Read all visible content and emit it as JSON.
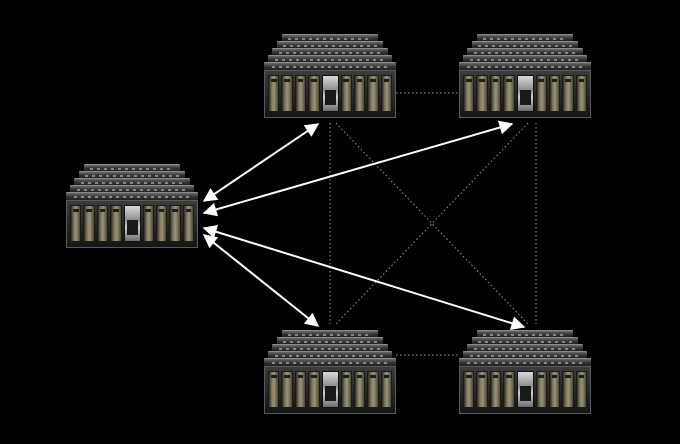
{
  "diagram": {
    "background": "#000000",
    "arrow_color": "#ffffff",
    "dotted_link_color": "#9a9a9a",
    "nodes": [
      {
        "id": "hub",
        "label": "",
        "role": "hub-server"
      },
      {
        "id": "top-left",
        "label": "",
        "role": "peer-server"
      },
      {
        "id": "top-right",
        "label": "",
        "role": "peer-server"
      },
      {
        "id": "bottom-left",
        "label": "",
        "role": "peer-server"
      },
      {
        "id": "bottom-right",
        "label": "",
        "role": "peer-server"
      }
    ],
    "arrows": [
      {
        "from": "hub",
        "to": "top-left",
        "style": "bidirectional"
      },
      {
        "from": "hub",
        "to": "top-right",
        "style": "bidirectional"
      },
      {
        "from": "hub",
        "to": "bottom-left",
        "style": "bidirectional"
      },
      {
        "from": "hub",
        "to": "bottom-right",
        "style": "bidirectional"
      }
    ],
    "mesh_links": [
      {
        "from": "top-left",
        "to": "top-right",
        "style": "dotted"
      },
      {
        "from": "bottom-left",
        "to": "bottom-right",
        "style": "dotted"
      },
      {
        "from": "top-left",
        "to": "bottom-left",
        "style": "dotted"
      },
      {
        "from": "top-right",
        "to": "bottom-right",
        "style": "dotted"
      },
      {
        "from": "top-left",
        "to": "bottom-right",
        "style": "dotted"
      },
      {
        "from": "top-right",
        "to": "bottom-left",
        "style": "dotted"
      }
    ]
  }
}
